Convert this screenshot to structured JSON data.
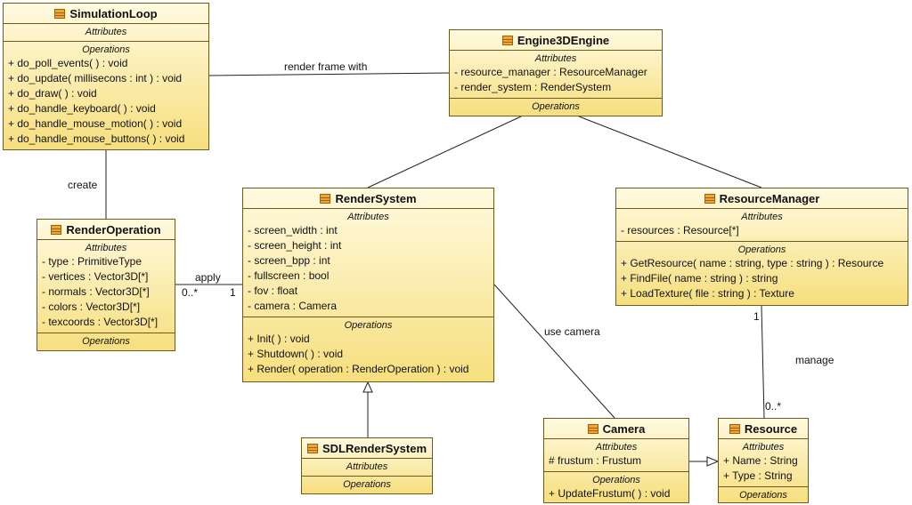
{
  "section_titles": {
    "attributes": "Attributes",
    "operations": "Operations"
  },
  "classes": {
    "simulation_loop": {
      "name": "SimulationLoop",
      "operations": [
        "+ do_poll_events(  ) : void",
        "+ do_update( millisecons : int ) : void",
        "+ do_draw(  ) : void",
        "+ do_handle_keyboard(  ) : void",
        "+ do_handle_mouse_motion(  ) : void",
        "+ do_handle_mouse_buttons(  ) : void"
      ]
    },
    "engine": {
      "name": "Engine3DEngine",
      "attributes": [
        "- resource_manager : ResourceManager",
        "- render_system : RenderSystem"
      ]
    },
    "render_operation": {
      "name": "RenderOperation",
      "attributes": [
        "- type : PrimitiveType",
        "- vertices : Vector3D[*]",
        "- normals : Vector3D[*]",
        "- colors : Vector3D[*]",
        "- texcoords : Vector3D[*]"
      ]
    },
    "render_system": {
      "name": "RenderSystem",
      "attributes": [
        "- screen_width : int",
        "- screen_height : int",
        "- screen_bpp : int",
        "- fullscreen : bool",
        "- fov : float",
        "- camera : Camera"
      ],
      "operations": [
        "+ Init(  ) : void",
        "+ Shutdown(  ) : void",
        "+ Render( operation : RenderOperation ) : void"
      ]
    },
    "resource_manager": {
      "name": "ResourceManager",
      "attributes": [
        "- resources : Resource[*]"
      ],
      "operations": [
        "+ GetResource( name : string, type : string ) : Resource",
        "+ FindFile( name : string ) : string",
        "+ LoadTexture( file : string ) : Texture"
      ]
    },
    "sdl_render_system": {
      "name": "SDLRenderSystem"
    },
    "camera": {
      "name": "Camera",
      "attributes": [
        "# frustum : Frustum"
      ],
      "operations": [
        "+ UpdateFrustum(  ) : void"
      ]
    },
    "resource": {
      "name": "Resource",
      "attributes": [
        "+ Name : String",
        "+ Type : String"
      ]
    }
  },
  "edge_labels": {
    "render_frame_with": "render frame with",
    "create": "create",
    "apply": "apply",
    "apply_source_mult": "0..*",
    "apply_target_mult": "1",
    "use_camera": "use camera",
    "manage": "manage",
    "manage_source_mult": "1",
    "manage_target_mult": "0..*"
  }
}
